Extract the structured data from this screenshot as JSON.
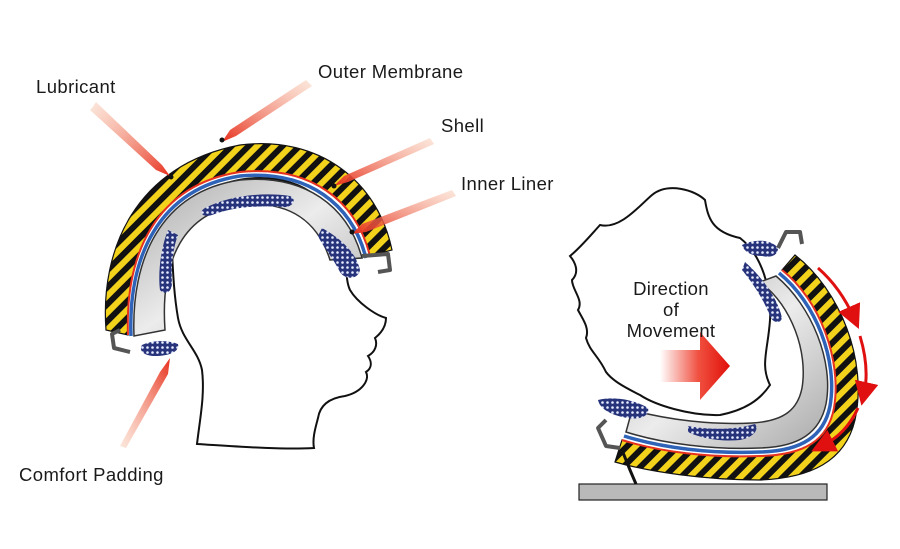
{
  "labels": {
    "lubricant": "Lubricant",
    "outer_membrane": "Outer Membrane",
    "shell": "Shell",
    "inner_liner": "Inner Liner",
    "comfort_padding": "Comfort Padding"
  },
  "direction": {
    "line1": "Direction",
    "line2": "of",
    "line3": "Movement"
  },
  "colors": {
    "pointer": "#e8301e",
    "shell_fill": "#c8c8c8",
    "hazard_yellow": "#f2d21b",
    "hazard_black": "#111111",
    "membrane_blue": "#2f63b8",
    "padding_navy": "#27337a",
    "rotation_arrow": "#e01010",
    "ground": "#b9b9b9"
  }
}
